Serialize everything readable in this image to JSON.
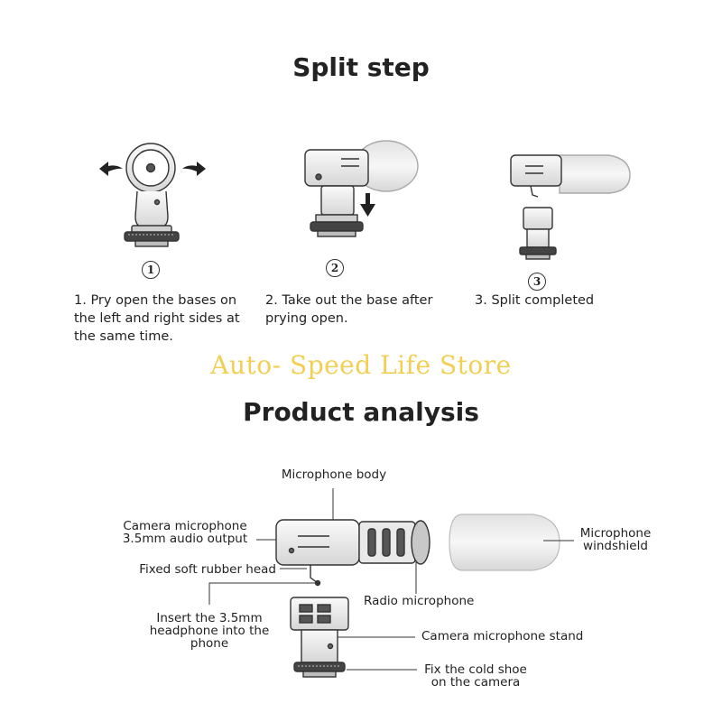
{
  "split_section": {
    "title": "Split step",
    "steps": [
      {
        "number": "1",
        "text_lines": [
          "1. Pry open the bases on",
          "the left and right sides at",
          "the same time."
        ]
      },
      {
        "number": "2",
        "text_lines": [
          "2. Take out the base after",
          "prying open."
        ]
      },
      {
        "number": "3",
        "text_lines": [
          "3. Split completed"
        ]
      }
    ]
  },
  "watermark": "Auto- Speed Life Store",
  "analysis_section": {
    "title": "Product analysis",
    "callouts": {
      "microphone_body": [
        "Microphone body"
      ],
      "audio_output": [
        "Camera microphone",
        "3.5mm audio output"
      ],
      "rubber_head": [
        "Fixed soft rubber head"
      ],
      "headphone": [
        "Insert the 3.5mm",
        "headphone into the",
        "phone"
      ],
      "windshield": [
        "Microphone",
        "windshield"
      ],
      "radio_mic": [
        "Radio microphone"
      ],
      "stand": [
        "Camera microphone stand"
      ],
      "cold_shoe": [
        "Fix the cold shoe",
        "on the camera"
      ]
    }
  }
}
